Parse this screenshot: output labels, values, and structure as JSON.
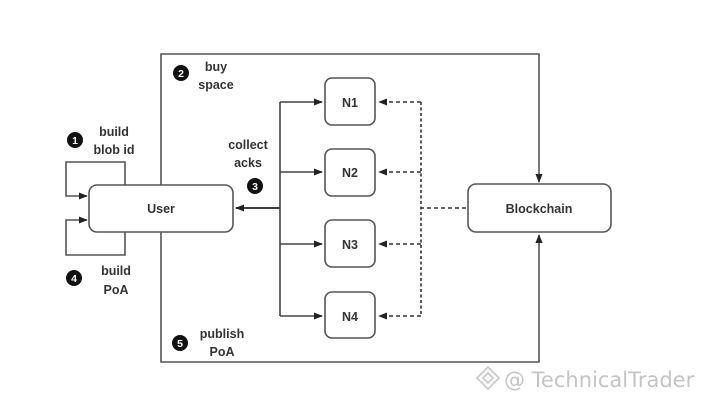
{
  "diagram": {
    "nodes": {
      "user": "User",
      "blockchain": "Blockchain",
      "storage_nodes": [
        "N1",
        "N2",
        "N3",
        "N4"
      ]
    },
    "steps": [
      {
        "number": "1",
        "line1": "build",
        "line2": "blob id"
      },
      {
        "number": "2",
        "line1": "buy",
        "line2": "space"
      },
      {
        "number": "3",
        "line1": "collect",
        "line2": "acks"
      },
      {
        "number": "4",
        "line1": "build",
        "line2": "PoA"
      },
      {
        "number": "5",
        "line1": "publish",
        "line2": "PoA"
      }
    ],
    "colors": {
      "line": "#444444",
      "box_border": "#555555",
      "badge": "#111111",
      "watermark": "#c4c4c4"
    }
  },
  "watermark": {
    "icon": "binance-diamond-icon",
    "text": "@ TechnicalTrader"
  }
}
